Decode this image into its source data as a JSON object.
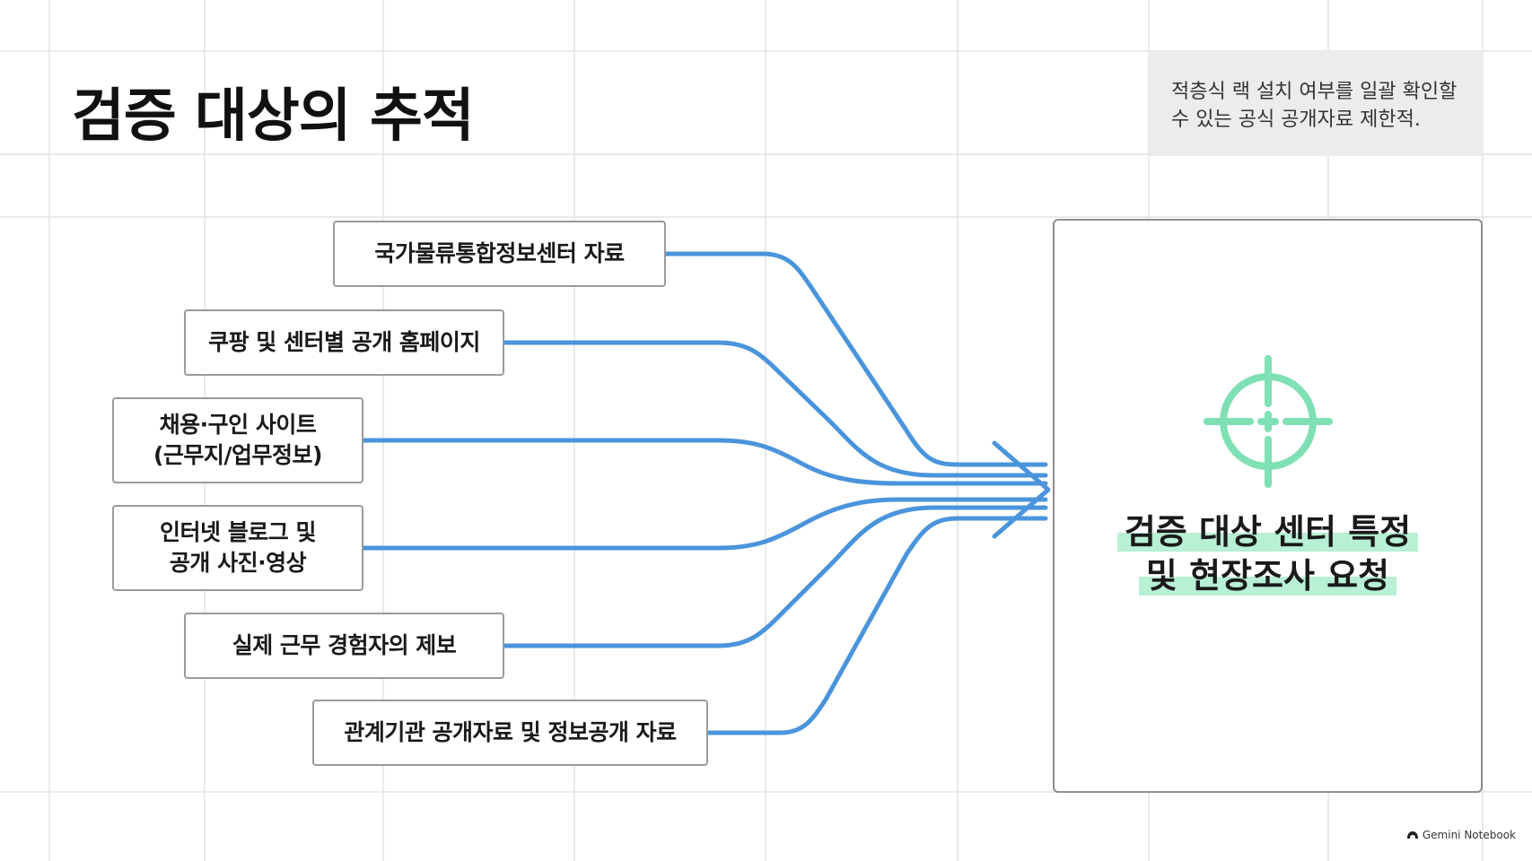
{
  "title": "검증 대상의 추적",
  "note": {
    "line1": "적층식 랙 설치 여부를 일괄 확인할",
    "line2": "수 있는 공식 공개자료 제한적."
  },
  "sources": [
    {
      "lines": [
        "국가물류통합정보센터 자료"
      ]
    },
    {
      "lines": [
        "쿠팡 및 센터별 공개 홈페이지"
      ]
    },
    {
      "lines": [
        "채용·구인 사이트",
        "(근무지/업무정보)"
      ]
    },
    {
      "lines": [
        "인터넷 블로그 및",
        "공개 사진·영상"
      ]
    },
    {
      "lines": [
        "실제 근무 경험자의 제보"
      ]
    },
    {
      "lines": [
        "관계기관 공개자료 및 정보공개 자료"
      ]
    }
  ],
  "target": {
    "line1": "검증 대상 센터 특정",
    "line2": "및 현장조사 요청",
    "icon": "crosshair-target-icon"
  },
  "brand": {
    "label": "Gemini Notebook",
    "icon": "notebook-logo-icon"
  },
  "colors": {
    "connector": "#4a94dc",
    "target_icon": "#7fe0b3",
    "highlight": "#b7f0d4"
  }
}
